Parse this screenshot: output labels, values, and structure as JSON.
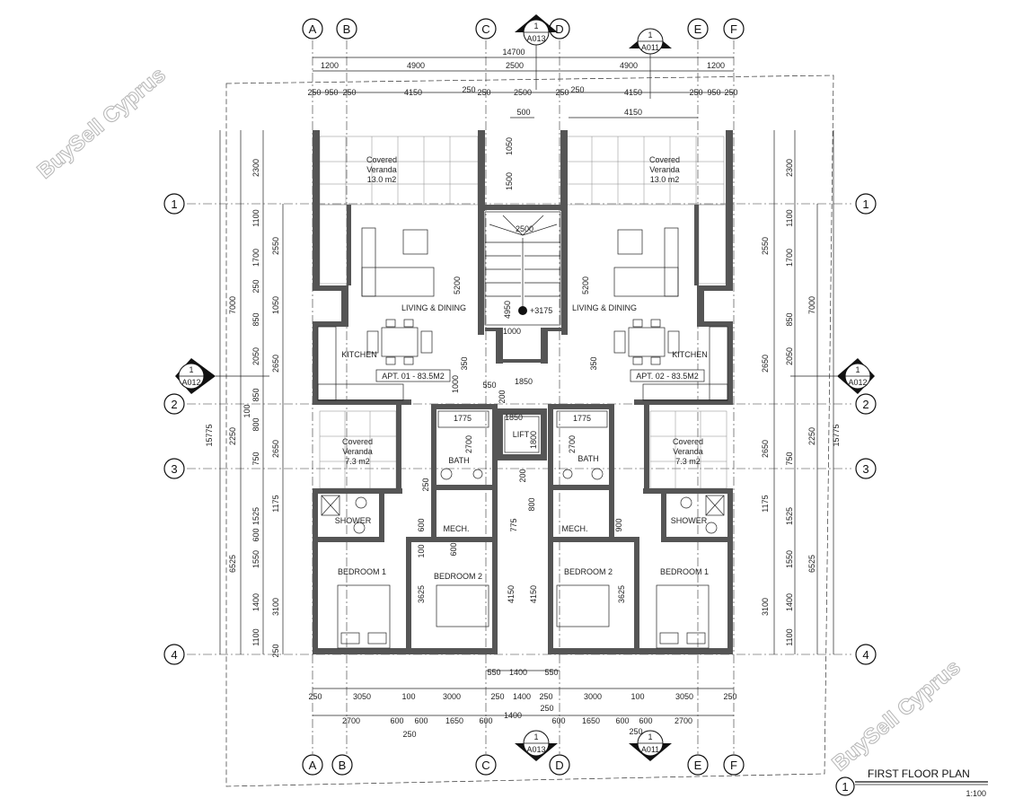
{
  "watermarks": [
    "BuySell Cyprus",
    "BuySell Cyprus"
  ],
  "grid_cols": [
    "A",
    "B",
    "C",
    "D",
    "E",
    "F"
  ],
  "grid_rows": [
    "1",
    "2",
    "3",
    "4"
  ],
  "section_markers": {
    "num": "1",
    "top_left": "A013",
    "top_right": "A011",
    "side_left": "A012",
    "side_right": "A012",
    "bottom_left": "A013",
    "bottom_right": "A011"
  },
  "dims_top": {
    "overall": "14700",
    "row1": [
      "1200",
      "4900",
      "2500",
      "4900",
      "1200"
    ],
    "row2": [
      "250",
      "950",
      "250",
      "4150",
      "250",
      "250",
      "2500",
      "250",
      "250",
      "4150",
      "250",
      "950",
      "250"
    ],
    "stair_w": "500",
    "right_w": "4150"
  },
  "dims_bottom": {
    "lift_row": [
      "550",
      "1400",
      "550"
    ],
    "row1": [
      "250",
      "3050",
      "100",
      "3000",
      "250",
      "1400",
      "250",
      "3000",
      "100",
      "3050",
      "250"
    ],
    "row2": [
      "2700",
      "600",
      "600",
      "1650",
      "600",
      "1400",
      "600",
      "1650",
      "600",
      "600",
      "2700"
    ],
    "extra": [
      "250",
      "250",
      "250"
    ]
  },
  "dims_left": {
    "total": "15775",
    "outer": [
      "7000",
      "2250",
      "6525"
    ],
    "mid": [
      "2300",
      "1100",
      "2550",
      "1700",
      "250",
      "1050",
      "850",
      "2050",
      "2650",
      "850",
      "100",
      "800",
      "750",
      "2650",
      "1525",
      "1175",
      "600",
      "1550",
      "3100",
      "1400",
      "1100",
      "250"
    ]
  },
  "dims_right": {
    "total": "15775",
    "outer": [
      "7000",
      "2250",
      "6525"
    ]
  },
  "interior_dims": [
    "2500",
    "5200",
    "5200",
    "4950",
    "1050",
    "1500",
    "1000",
    "350",
    "550",
    "1850",
    "1000",
    "200",
    "350",
    "1775",
    "1775",
    "1850",
    "2700",
    "2700",
    "600",
    "775",
    "800",
    "4150",
    "4150",
    "3625",
    "3625",
    "1800",
    "250",
    "600",
    "100",
    "900",
    "200"
  ],
  "rooms": {
    "covered_veranda_1": [
      "Covered",
      "Veranda",
      "13.0 m2"
    ],
    "covered_veranda_2": [
      "Covered",
      "Veranda",
      "13.0 m2"
    ],
    "living_dining_l": "LIVING & DINING",
    "living_dining_r": "LIVING & DINING",
    "kitchen_l": "KITCHEN",
    "kitchen_r": "KITCHEN",
    "apt_l": "APT. 01 - 83.5M2",
    "apt_r": "APT. 02 - 83.5M2",
    "veranda_small_l": [
      "Covered",
      "Veranda",
      "7.3 m2"
    ],
    "veranda_small_r": [
      "Covered",
      "Veranda",
      "7.3 m2"
    ],
    "bath_l": "BATH",
    "bath_r": "BATH",
    "lift": "LIFT",
    "shower_l": "SHOWER",
    "shower_r": "SHOWER",
    "mech_l": "MECH.",
    "mech_r": "MECH.",
    "bedroom1_l": "BEDROOM 1",
    "bedroom2_l": "BEDROOM 2",
    "bedroom2_r": "BEDROOM 2",
    "bedroom1_r": "BEDROOM 1",
    "level": "+3175"
  },
  "title": {
    "number": "1",
    "name": "FIRST FLOOR PLAN",
    "scale": "1:100"
  },
  "colors": {
    "wall": "#555555",
    "line": "#222222",
    "watermark": "#bbbbbb"
  }
}
